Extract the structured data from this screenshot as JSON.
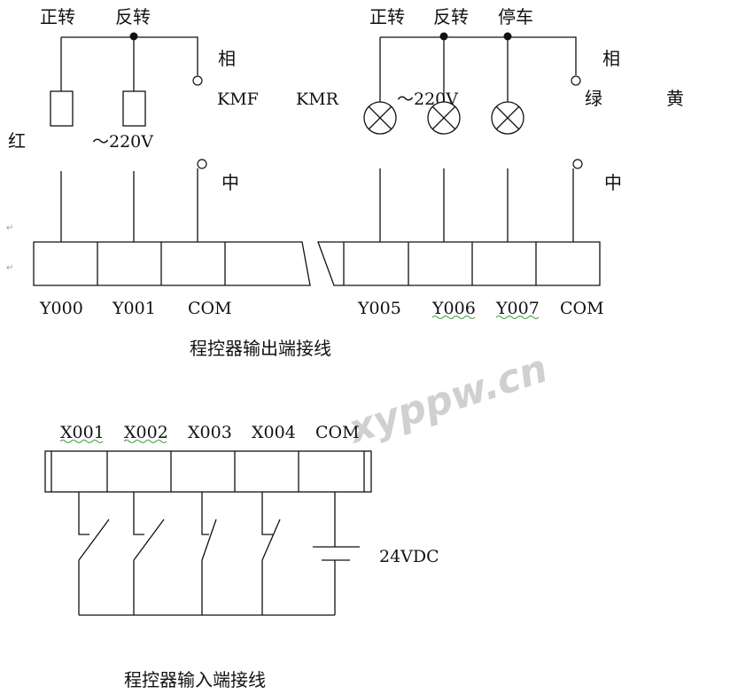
{
  "output_section": {
    "left": {
      "forward_label": "正转",
      "reverse_label": "反转",
      "phase_label": "相",
      "kmf_label": "KMF",
      "kmr_label": "KMR",
      "red_label": "红",
      "voltage_label": "～220V",
      "neutral_label": "中",
      "terminals": [
        "Y000",
        "Y001",
        "COM"
      ]
    },
    "right": {
      "forward_label": "正转",
      "reverse_label": "反转",
      "stop_label": "停车",
      "phase_label": "相",
      "voltage_label": "～220V",
      "green_label": "绿",
      "yellow_label": "黄",
      "neutral_label": "中",
      "terminals": [
        "Y005",
        "Y006",
        "Y007",
        "COM"
      ]
    },
    "caption": "程控器输出端接线"
  },
  "input_section": {
    "terminals": [
      "X001",
      "X002",
      "X003",
      "X004",
      "COM"
    ],
    "supply_label": "24VDC",
    "caption": "程控器输入端接线"
  },
  "return_marks": [
    "↵",
    "↵"
  ],
  "watermark": "xyppw.cn"
}
